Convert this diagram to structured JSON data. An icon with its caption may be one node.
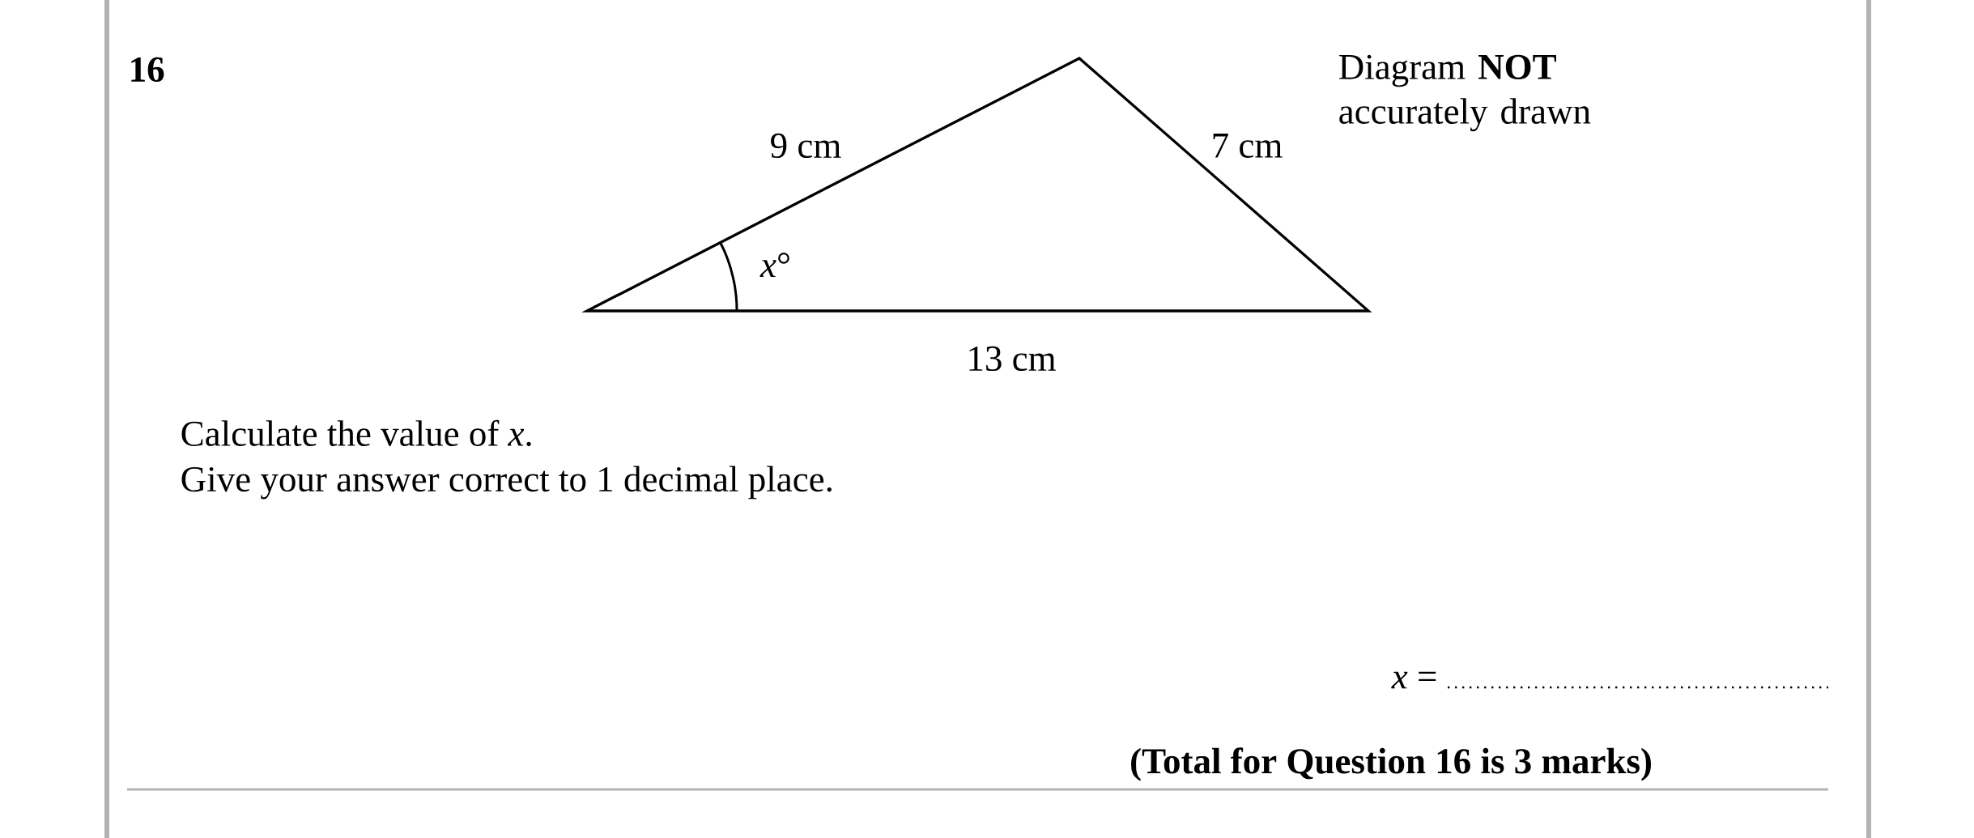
{
  "diagram": {
    "labels": [
      "16",
      "9 cm",
      "7 cm",
      "*x*°",
      "13 cm",
      "Diagram **NOT** accurately drawn",
      "Calculate the value of *x*.",
      "Give your answer correct to 1 decimal place.",
      "*x* =",
      "(Total for Question 16 is 3 marks)"
    ]
  }
}
